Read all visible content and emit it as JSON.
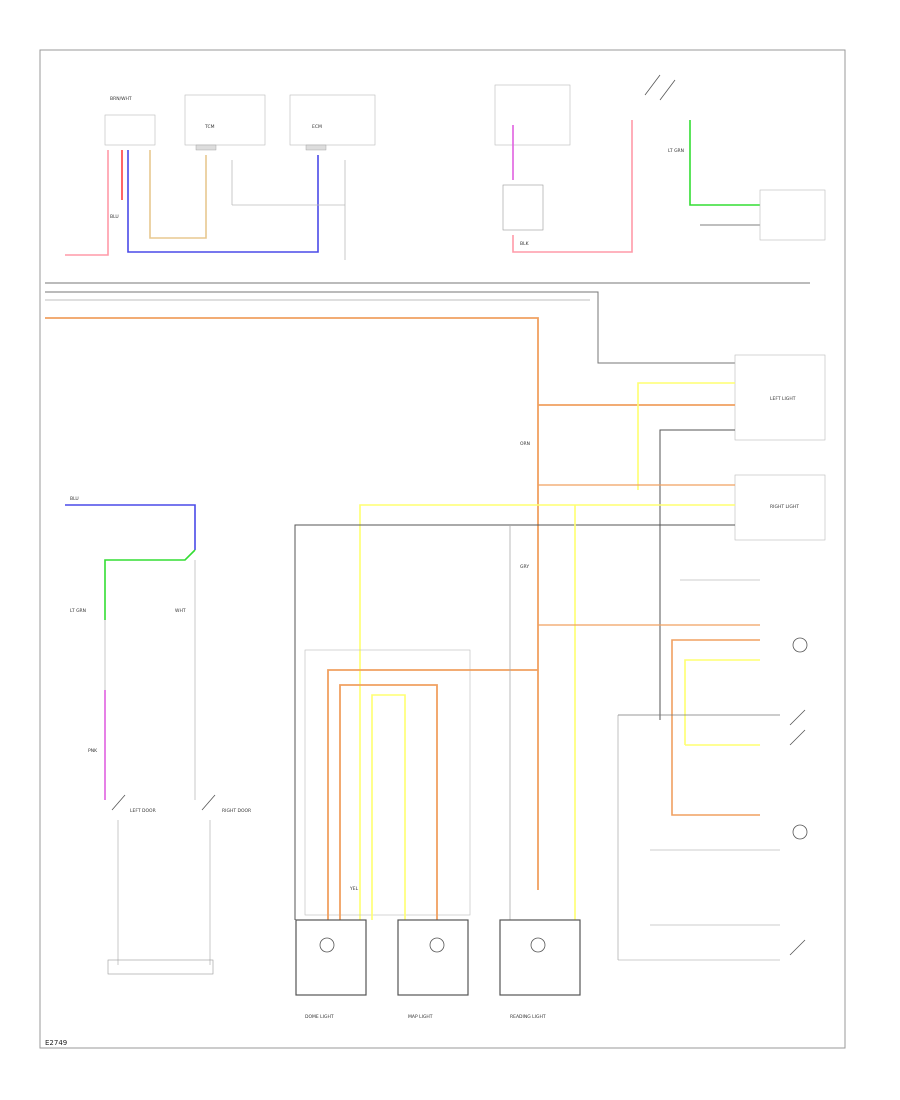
{
  "diagram": {
    "figure_code": "E2749",
    "colors": {
      "pink": "#ff9aa8",
      "blue": "#4a4ae8",
      "tan": "#e8c890",
      "orange": "#f0a060",
      "yellow": "#ffff70",
      "green": "#33dd33",
      "magenta": "#e060e0",
      "gray": "#777777",
      "dark": "#555555",
      "light": "#bbbbbb",
      "frame": "#999999"
    },
    "labels": {
      "top_left_a": "BRN/WHT",
      "top_left_b": "BLU",
      "top_mid_a": "TCM",
      "top_mid_b": "ECM",
      "top_right_a": "LT GRN",
      "top_right_b": "BLK",
      "left_a": "LT GRN",
      "left_b": "BLU",
      "left_c": "WHT",
      "left_d": "PNK",
      "mid_a": "ORN",
      "mid_b": "YEL",
      "mid_c": "GRY",
      "right_a": "LEFT LIGHT",
      "right_b": "RIGHT LIGHT",
      "bottom_a": "DOME LIGHT",
      "bottom_b": "MAP LIGHT",
      "bottom_c": "READING LIGHT",
      "side_a": "LEFT DOOR",
      "side_b": "RIGHT DOOR"
    }
  }
}
